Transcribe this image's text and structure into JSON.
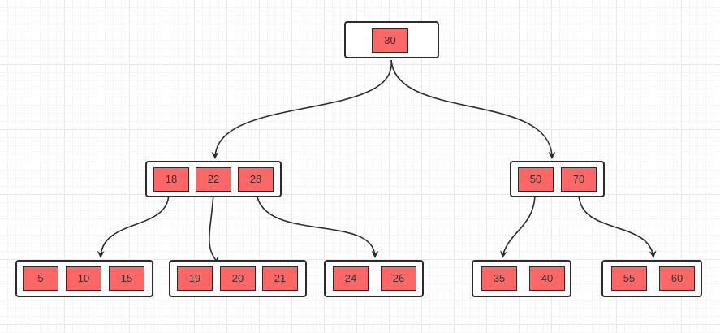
{
  "diagram": {
    "colors": {
      "key_fill": "#ff6666",
      "stroke": "#2b2b2b",
      "text": "#333333",
      "grid": "#e9e9e9"
    },
    "nodes": [
      {
        "id": "root",
        "keys": [
          "30"
        ]
      },
      {
        "id": "internal-left",
        "keys": [
          "18",
          "22",
          "28"
        ]
      },
      {
        "id": "internal-right",
        "keys": [
          "50",
          "70"
        ]
      },
      {
        "id": "leaf-1",
        "keys": [
          "5",
          "10",
          "15"
        ]
      },
      {
        "id": "leaf-2",
        "keys": [
          "19",
          "20",
          "21"
        ]
      },
      {
        "id": "leaf-3",
        "keys": [
          "24",
          "26"
        ]
      },
      {
        "id": "leaf-4",
        "keys": [
          "35",
          "40"
        ]
      },
      {
        "id": "leaf-5",
        "keys": [
          "55",
          "60"
        ]
      }
    ],
    "edges": [
      {
        "from": "root",
        "to": "internal-left"
      },
      {
        "from": "root",
        "to": "internal-right"
      },
      {
        "from": "internal-left",
        "to": "leaf-1"
      },
      {
        "from": "internal-left",
        "to": "leaf-2"
      },
      {
        "from": "internal-left",
        "to": "leaf-3"
      },
      {
        "from": "internal-right",
        "to": "leaf-4"
      },
      {
        "from": "internal-right",
        "to": "leaf-5"
      }
    ]
  }
}
